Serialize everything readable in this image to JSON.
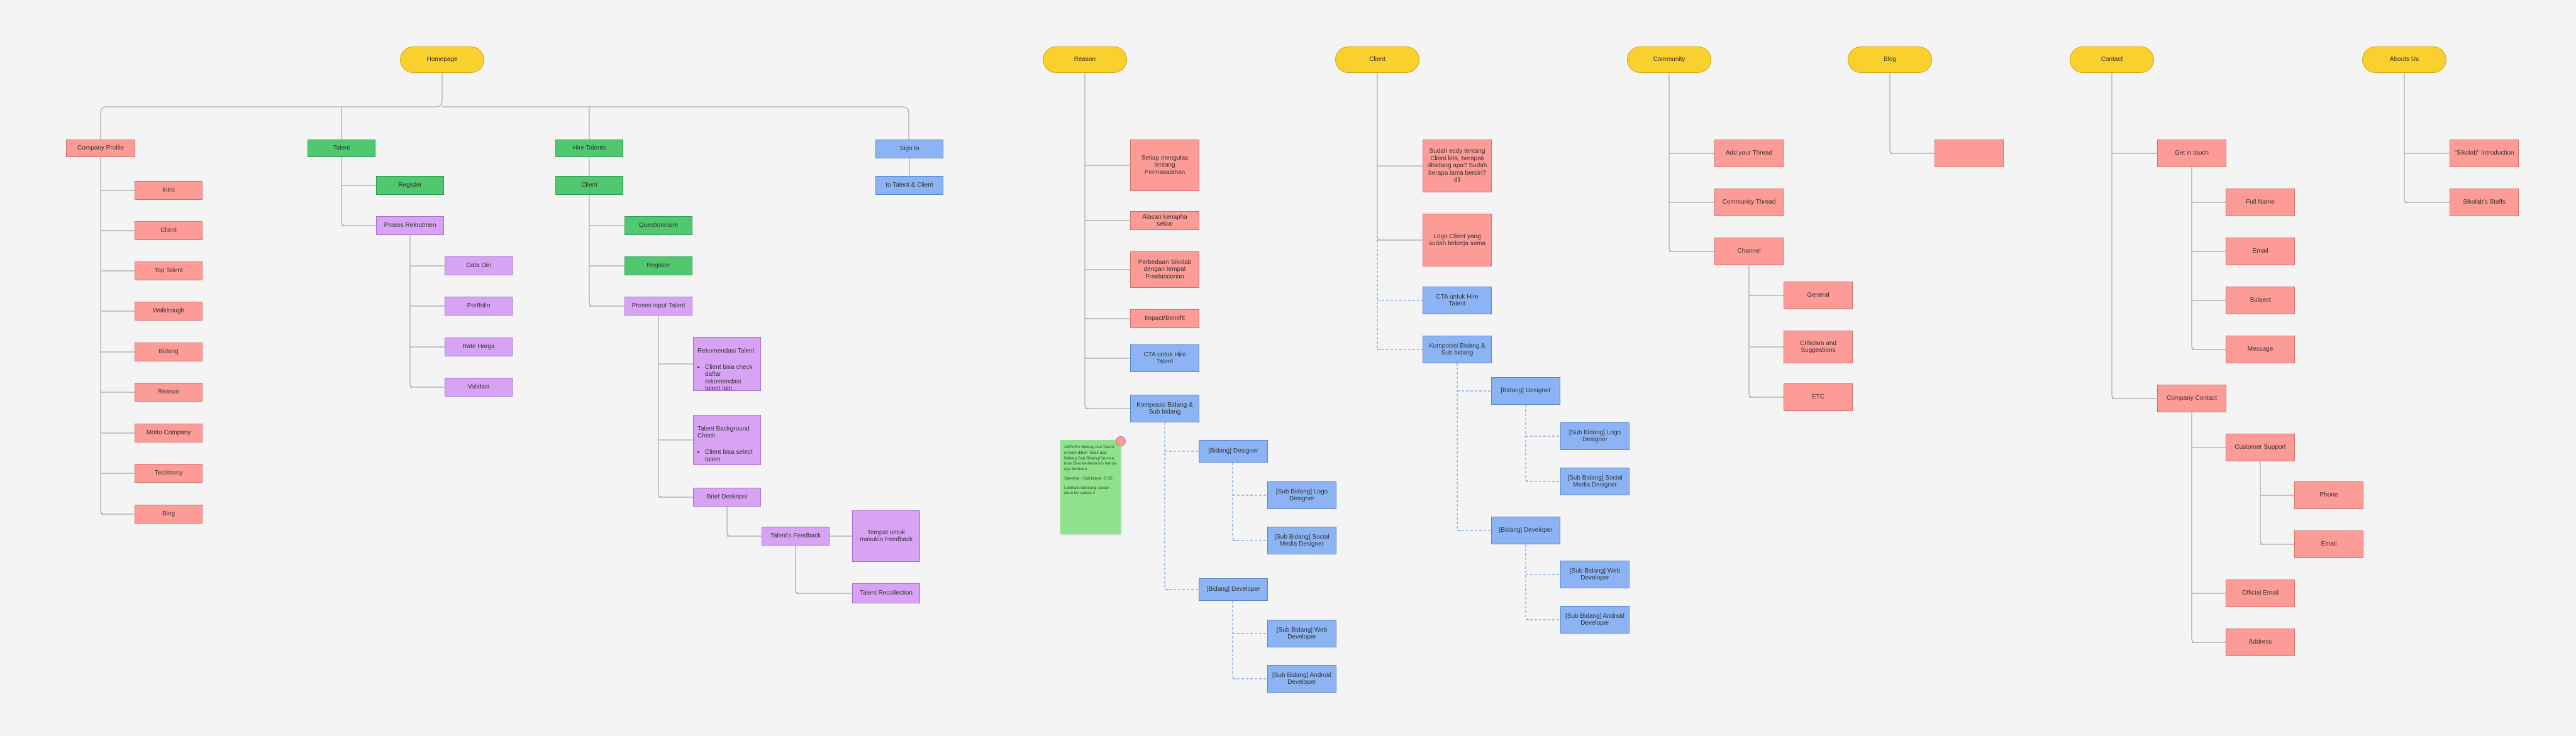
{
  "roots": {
    "homepage": "Homepage",
    "reason": "Reason",
    "client": "Client",
    "community": "Community",
    "blog": "Blog",
    "contact": "Contact",
    "about": "Abouts Us"
  },
  "homepage": {
    "company_profile": "Company Profile",
    "cp_items": [
      "Intro",
      "Client",
      "Top Talent",
      "Walktrough",
      "Bidang",
      "Reason",
      "Motto Company",
      "Testimony",
      "Blog"
    ],
    "talent": "Talent",
    "register": "Register",
    "proses_rekrutmen": "Proses Rekrutmen",
    "rek_items": [
      "Data Diri",
      "Portfolio",
      "Rate Harga",
      "Validasi"
    ],
    "hire_talents": "Hire Talents",
    "client": "Client",
    "questionnaire": "Questionnaire",
    "register2": "Register",
    "proses_input": "Proses input Talent",
    "rekomendasi_title": "Rekomendasi Talent",
    "rekomendasi_bullet": "Client bisa check daftar rekomendasi talent lain",
    "bg_check_title": "Talent Background Check",
    "bg_check_bullet": "Client bisa select talent",
    "brief_deskripsi": "Brief Deskripsi",
    "talents_feedback": "Talent's Feedback",
    "tempat_feedback": "Tempat untuk masukin Feedback",
    "talent_recollection": "Talent Recollection",
    "sign_in": "Sign In",
    "to_talent_client": "to Talent & Client"
  },
  "reason": {
    "items": [
      "Setiap mengulas tentang Permasalahan",
      "Alasan kenapha sekiai",
      "Perbedaan Sikolab dengan tempat Freelancerian",
      "Impact/Benefit",
      "CTA untuk Hire Talent",
      "Komposisi Bidang & Sub bidang"
    ],
    "designer": "[Bidang] Designer",
    "logo_designer": "[Sub Bidang] Logo Designer",
    "social_designer": "[Sub Bidang] Social Media Designer",
    "developer": "[Bidang] Developer",
    "web_developer": "[Sub Bidang] Web Developer",
    "android_developer": "[Sub Bidang] Android Developer"
  },
  "sticky_note": [
    "ANTARA Bidang dan Talent unsure diberi Tidak ada Bidang Sub Bidang/Service, mas Bisa berbeda loh hanya nya berbeda",
    "Sanetha - SubTalent: B SE",
    "Lebihain terbilang sekian akun ke Lawan 2"
  ],
  "client": {
    "items": [
      "Sudah ecdy tentang Client kita, berapak dibidang apa? Sudah berapa lama berdiri? dll",
      "Logo Client yang sudah bekerja sama",
      "CTA untuk Hire Talent",
      "Komposisi Bidang & Sub bidang"
    ],
    "designer": "[Bidang] Designer",
    "logo_designer": "[Sub Bidang] Logo Designer",
    "social_designer": "[Sub Bidang] Social Media Designer",
    "developer": "[Bidang] Developer",
    "web_developer": "[Sub Bidang] Web Developer",
    "android_developer": "[Sub Bidang] Android Developer"
  },
  "community": {
    "add_thread": "Add your Thread",
    "community_thread": "Community Thread",
    "channel": "Channel",
    "channels": [
      "General",
      "Criticism and Suggestions",
      "ETC"
    ]
  },
  "blog": {
    "placeholder": ""
  },
  "contact": {
    "get_in_touch": "Get in touch",
    "fields": [
      "Full Name",
      "Email",
      "Subject",
      "Message"
    ],
    "company_contact": "Company Contact",
    "customer_support": "Customer Support",
    "cs_items": [
      "Phone",
      "Email"
    ],
    "official_email": "Official Email",
    "address": "Address"
  },
  "about": {
    "items": [
      "\"Sikolab\" Introduction",
      "Sikolab's Staffs"
    ]
  },
  "colors": {
    "root": "#f9d02d",
    "red": "#fd9b97",
    "green": "#4fc870",
    "blue": "#8cb4f5",
    "purple": "#d8a3f5",
    "sticky": "#8fe28b",
    "connector": "#a8a8a8",
    "dashed_connector": "#6f9ee6"
  }
}
